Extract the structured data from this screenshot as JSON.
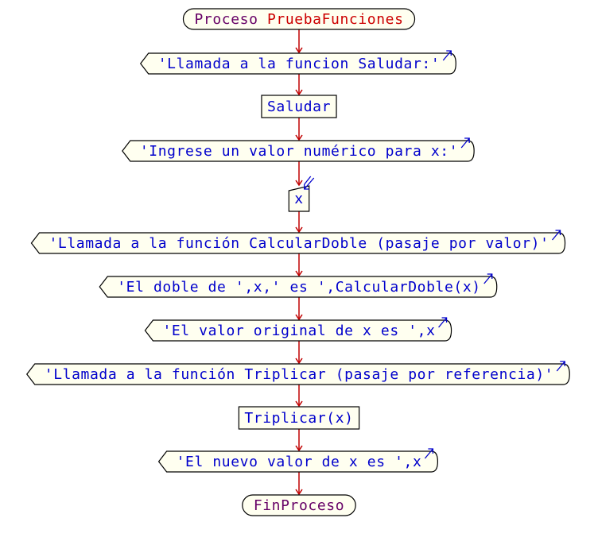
{
  "flowchart": {
    "start": {
      "keyword": "Proceso",
      "name": "PruebaFunciones"
    },
    "steps": [
      {
        "kind": "output",
        "text": "'Llamada a la funcion Saludar:'"
      },
      {
        "kind": "process",
        "text": "Saludar"
      },
      {
        "kind": "output",
        "text": "'Ingrese un valor numérico para x:'"
      },
      {
        "kind": "input",
        "text": "x"
      },
      {
        "kind": "output",
        "text": "'Llamada a la función CalcularDoble (pasaje por valor)'"
      },
      {
        "kind": "output",
        "text": "'El doble de ',x,' es ',CalcularDoble(x)"
      },
      {
        "kind": "output",
        "text": "'El valor original de x es ',x"
      },
      {
        "kind": "output",
        "text": "'Llamada a la función Triplicar (pasaje por referencia)'"
      },
      {
        "kind": "process",
        "text": "Triplicar(x)"
      },
      {
        "kind": "output",
        "text": "'El nuevo valor de x es ',x"
      }
    ],
    "end": {
      "keyword": "FinProceso"
    }
  },
  "colors": {
    "shape_fill": "#fffff0",
    "stroke": "#000000",
    "arrow": "#c00000",
    "text_blue": "#0000cc",
    "keyword_purple": "#660066",
    "name_red": "#cc0000"
  }
}
